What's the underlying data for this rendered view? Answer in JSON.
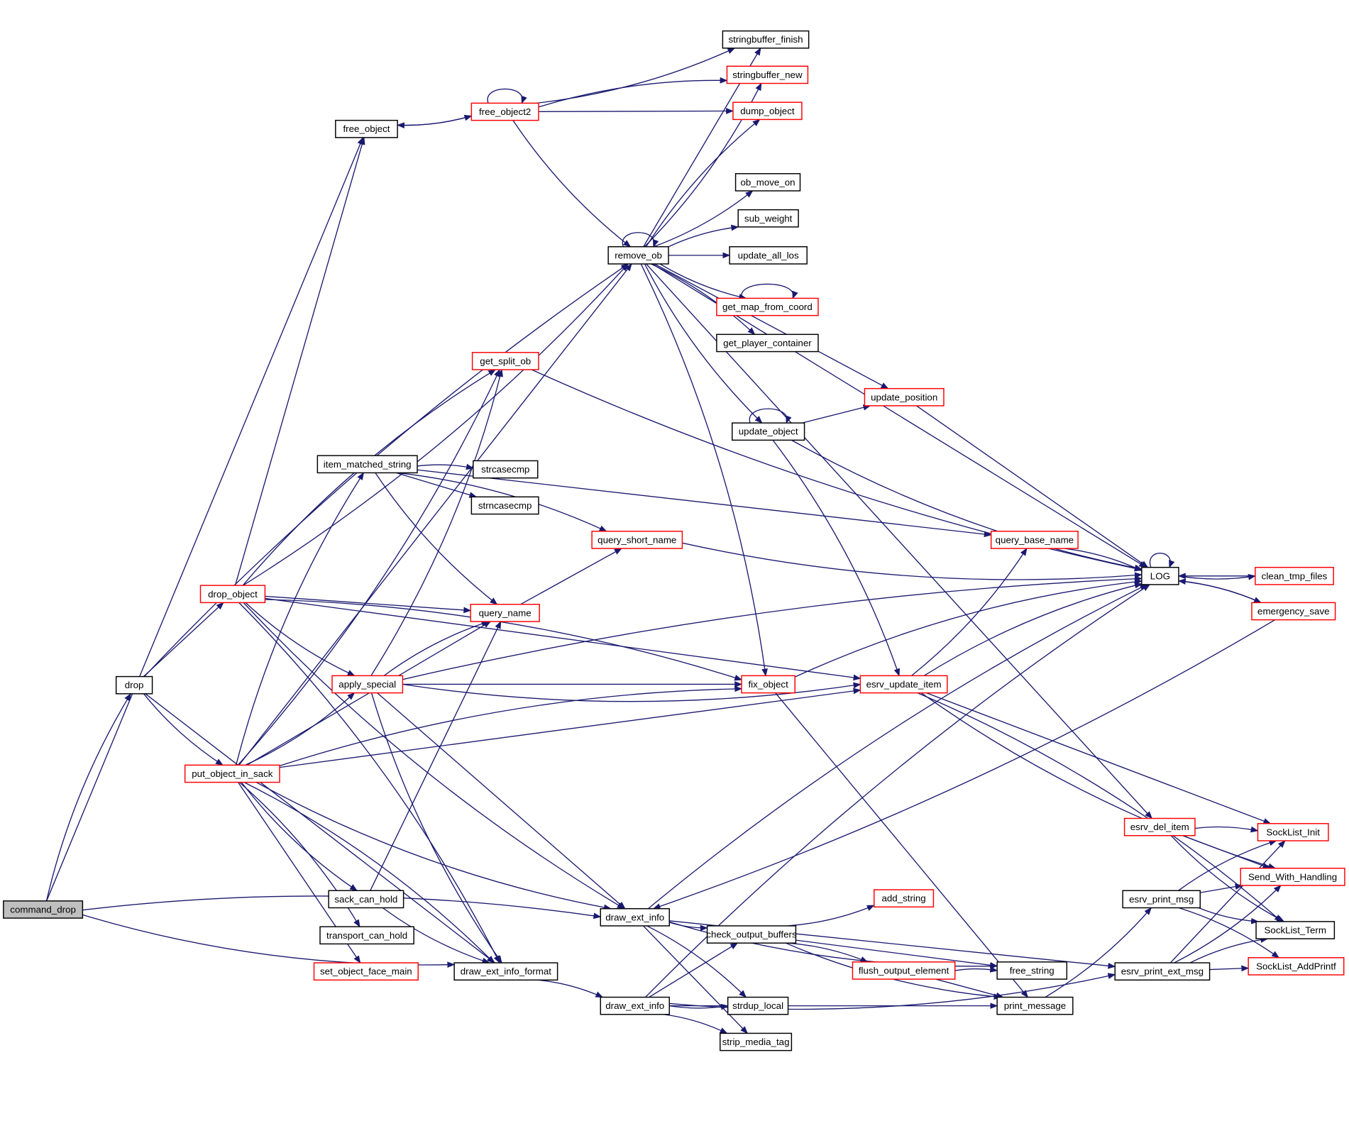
{
  "title": "command_drop call graph",
  "colors": {
    "edge": "#191970",
    "node_border": "#000000",
    "undocumented_border": "#ff0000",
    "root_fill": "#bfbfbf"
  },
  "nodes": [
    {
      "id": "command_drop",
      "label": "command_drop",
      "kind": "root"
    },
    {
      "id": "drop",
      "label": "drop",
      "kind": "normal"
    },
    {
      "id": "free_object",
      "label": "free_object",
      "kind": "normal"
    },
    {
      "id": "free_object2",
      "label": "free_object2",
      "kind": "red"
    },
    {
      "id": "stringbuffer_finish",
      "label": "stringbuffer_finish",
      "kind": "normal"
    },
    {
      "id": "stringbuffer_new",
      "label": "stringbuffer_new",
      "kind": "red"
    },
    {
      "id": "dump_object",
      "label": "dump_object",
      "kind": "red"
    },
    {
      "id": "ob_move_on",
      "label": "ob_move_on",
      "kind": "normal"
    },
    {
      "id": "sub_weight",
      "label": "sub_weight",
      "kind": "normal"
    },
    {
      "id": "remove_ob",
      "label": "remove_ob",
      "kind": "normal"
    },
    {
      "id": "update_all_los",
      "label": "update_all_los",
      "kind": "normal"
    },
    {
      "id": "get_map_from_coord",
      "label": "get_map_from_coord",
      "kind": "red"
    },
    {
      "id": "get_player_container",
      "label": "get_player_container",
      "kind": "normal"
    },
    {
      "id": "get_split_ob",
      "label": "get_split_ob",
      "kind": "red"
    },
    {
      "id": "update_position",
      "label": "update_position",
      "kind": "red"
    },
    {
      "id": "update_object",
      "label": "update_object",
      "kind": "normal"
    },
    {
      "id": "item_matched_string",
      "label": "item_matched_string",
      "kind": "normal"
    },
    {
      "id": "strcasecmp",
      "label": "strcasecmp",
      "kind": "normal"
    },
    {
      "id": "strncasecmp",
      "label": "strncasecmp",
      "kind": "normal"
    },
    {
      "id": "query_short_name",
      "label": "query_short_name",
      "kind": "red"
    },
    {
      "id": "query_base_name",
      "label": "query_base_name",
      "kind": "red"
    },
    {
      "id": "LOG",
      "label": "LOG",
      "kind": "normal"
    },
    {
      "id": "clean_tmp_files",
      "label": "clean_tmp_files",
      "kind": "red"
    },
    {
      "id": "emergency_save",
      "label": "emergency_save",
      "kind": "red"
    },
    {
      "id": "drop_object",
      "label": "drop_object",
      "kind": "red"
    },
    {
      "id": "query_name",
      "label": "query_name",
      "kind": "red"
    },
    {
      "id": "apply_special",
      "label": "apply_special",
      "kind": "red"
    },
    {
      "id": "fix_object",
      "label": "fix_object",
      "kind": "red"
    },
    {
      "id": "esrv_update_item",
      "label": "esrv_update_item",
      "kind": "red"
    },
    {
      "id": "put_object_in_sack",
      "label": "put_object_in_sack",
      "kind": "red"
    },
    {
      "id": "esrv_del_item",
      "label": "esrv_del_item",
      "kind": "red"
    },
    {
      "id": "SockList_Init",
      "label": "SockList_Init",
      "kind": "red"
    },
    {
      "id": "Send_With_Handling",
      "label": "Send_With_Handling",
      "kind": "red"
    },
    {
      "id": "esrv_print_msg",
      "label": "esrv_print_msg",
      "kind": "normal"
    },
    {
      "id": "SockList_Term",
      "label": "SockList_Term",
      "kind": "normal"
    },
    {
      "id": "SockList_AddPrintf",
      "label": "SockList_AddPrintf",
      "kind": "red"
    },
    {
      "id": "esrv_print_ext_msg",
      "label": "esrv_print_ext_msg",
      "kind": "normal"
    },
    {
      "id": "add_string",
      "label": "add_string",
      "kind": "red"
    },
    {
      "id": "sack_can_hold",
      "label": "sack_can_hold",
      "kind": "normal"
    },
    {
      "id": "draw_ext_info",
      "label": "draw_ext_info",
      "kind": "normal"
    },
    {
      "id": "check_output_buffers",
      "label": "check_output_buffers",
      "kind": "normal"
    },
    {
      "id": "transport_can_hold",
      "label": "transport_can_hold",
      "kind": "normal"
    },
    {
      "id": "flush_output_element",
      "label": "flush_output_element",
      "kind": "red"
    },
    {
      "id": "free_string",
      "label": "free_string",
      "kind": "normal"
    },
    {
      "id": "set_object_face_main",
      "label": "set_object_face_main",
      "kind": "red"
    },
    {
      "id": "draw_ext_info_format",
      "label": "draw_ext_info_format",
      "kind": "normal"
    },
    {
      "id": "draw_ext_info_2",
      "label": "draw_ext_info",
      "kind": "normal"
    },
    {
      "id": "strdup_local",
      "label": "strdup_local",
      "kind": "normal"
    },
    {
      "id": "print_message",
      "label": "print_message",
      "kind": "normal"
    },
    {
      "id": "strip_media_tag",
      "label": "strip_media_tag",
      "kind": "normal"
    }
  ],
  "edges": [
    [
      "command_drop",
      "drop"
    ],
    [
      "command_drop",
      "free_object"
    ],
    [
      "command_drop",
      "draw_ext_info_format"
    ],
    [
      "command_drop",
      "draw_ext_info"
    ],
    [
      "drop",
      "drop_object"
    ],
    [
      "drop",
      "put_object_in_sack"
    ],
    [
      "drop",
      "remove_ob"
    ],
    [
      "drop",
      "draw_ext_info_format"
    ],
    [
      "free_object",
      "free_object2"
    ],
    [
      "free_object2",
      "free_object"
    ],
    [
      "free_object2",
      "free_object2"
    ],
    [
      "free_object2",
      "stringbuffer_finish"
    ],
    [
      "free_object2",
      "stringbuffer_new"
    ],
    [
      "free_object2",
      "dump_object"
    ],
    [
      "free_object2",
      "remove_ob"
    ],
    [
      "remove_ob",
      "remove_ob"
    ],
    [
      "remove_ob",
      "stringbuffer_finish"
    ],
    [
      "remove_ob",
      "stringbuffer_new"
    ],
    [
      "remove_ob",
      "dump_object"
    ],
    [
      "remove_ob",
      "LOG"
    ],
    [
      "remove_ob",
      "ob_move_on"
    ],
    [
      "remove_ob",
      "sub_weight"
    ],
    [
      "remove_ob",
      "update_all_los"
    ],
    [
      "remove_ob",
      "get_map_from_coord"
    ],
    [
      "remove_ob",
      "get_player_container"
    ],
    [
      "remove_ob",
      "update_position"
    ],
    [
      "remove_ob",
      "update_object"
    ],
    [
      "remove_ob",
      "fix_object"
    ],
    [
      "remove_ob",
      "esrv_del_item"
    ],
    [
      "get_map_from_coord",
      "get_map_from_coord"
    ],
    [
      "update_object",
      "update_object"
    ],
    [
      "update_object",
      "update_position"
    ],
    [
      "update_object",
      "LOG"
    ],
    [
      "update_object",
      "esrv_update_item"
    ],
    [
      "update_position",
      "LOG"
    ],
    [
      "get_split_ob",
      "LOG"
    ],
    [
      "item_matched_string",
      "strcasecmp"
    ],
    [
      "item_matched_string",
      "strncasecmp"
    ],
    [
      "item_matched_string",
      "query_name"
    ],
    [
      "item_matched_string",
      "query_short_name"
    ],
    [
      "item_matched_string",
      "query_base_name"
    ],
    [
      "query_short_name",
      "LOG"
    ],
    [
      "query_base_name",
      "LOG"
    ],
    [
      "LOG",
      "LOG"
    ],
    [
      "LOG",
      "clean_tmp_files"
    ],
    [
      "LOG",
      "emergency_save"
    ],
    [
      "clean_tmp_files",
      "LOG"
    ],
    [
      "emergency_save",
      "LOG"
    ],
    [
      "emergency_save",
      "draw_ext_info"
    ],
    [
      "drop_object",
      "free_object"
    ],
    [
      "drop_object",
      "remove_ob"
    ],
    [
      "drop_object",
      "get_split_ob"
    ],
    [
      "drop_object",
      "query_name"
    ],
    [
      "drop_object",
      "apply_special"
    ],
    [
      "drop_object",
      "fix_object"
    ],
    [
      "drop_object",
      "esrv_update_item"
    ],
    [
      "drop_object",
      "draw_ext_info"
    ],
    [
      "drop_object",
      "draw_ext_info_format"
    ],
    [
      "query_name",
      "query_short_name"
    ],
    [
      "apply_special",
      "get_split_ob"
    ],
    [
      "apply_special",
      "query_name"
    ],
    [
      "apply_special",
      "fix_object"
    ],
    [
      "apply_special",
      "esrv_update_item"
    ],
    [
      "apply_special",
      "LOG"
    ],
    [
      "apply_special",
      "draw_ext_info"
    ],
    [
      "apply_special",
      "draw_ext_info_format"
    ],
    [
      "fix_object",
      "LOG"
    ],
    [
      "fix_object",
      "print_message"
    ],
    [
      "esrv_update_item",
      "query_base_name"
    ],
    [
      "esrv_update_item",
      "LOG"
    ],
    [
      "esrv_update_item",
      "SockList_Init"
    ],
    [
      "esrv_update_item",
      "Send_With_Handling"
    ],
    [
      "esrv_update_item",
      "SockList_Term"
    ],
    [
      "put_object_in_sack",
      "remove_ob"
    ],
    [
      "put_object_in_sack",
      "get_split_ob"
    ],
    [
      "put_object_in_sack",
      "item_matched_string"
    ],
    [
      "put_object_in_sack",
      "query_name"
    ],
    [
      "put_object_in_sack",
      "apply_special"
    ],
    [
      "put_object_in_sack",
      "fix_object"
    ],
    [
      "put_object_in_sack",
      "esrv_update_item"
    ],
    [
      "put_object_in_sack",
      "sack_can_hold"
    ],
    [
      "put_object_in_sack",
      "transport_can_hold"
    ],
    [
      "put_object_in_sack",
      "set_object_face_main"
    ],
    [
      "put_object_in_sack",
      "draw_ext_info"
    ],
    [
      "put_object_in_sack",
      "draw_ext_info_format"
    ],
    [
      "sack_can_hold",
      "query_name"
    ],
    [
      "sack_can_hold",
      "draw_ext_info_format"
    ],
    [
      "esrv_del_item",
      "SockList_Init"
    ],
    [
      "esrv_del_item",
      "Send_With_Handling"
    ],
    [
      "esrv_del_item",
      "SockList_Term"
    ],
    [
      "esrv_print_msg",
      "SockList_Init"
    ],
    [
      "esrv_print_msg",
      "Send_With_Handling"
    ],
    [
      "esrv_print_msg",
      "SockList_Term"
    ],
    [
      "esrv_print_msg",
      "SockList_AddPrintf"
    ],
    [
      "esrv_print_ext_msg",
      "SockList_Init"
    ],
    [
      "esrv_print_ext_msg",
      "Send_With_Handling"
    ],
    [
      "esrv_print_ext_msg",
      "SockList_Term"
    ],
    [
      "esrv_print_ext_msg",
      "SockList_AddPrintf"
    ],
    [
      "draw_ext_info",
      "check_output_buffers"
    ],
    [
      "draw_ext_info",
      "strdup_local"
    ],
    [
      "draw_ext_info",
      "strip_media_tag"
    ],
    [
      "draw_ext_info",
      "free_string"
    ],
    [
      "draw_ext_info",
      "LOG"
    ],
    [
      "draw_ext_info",
      "esrv_print_ext_msg"
    ],
    [
      "check_output_buffers",
      "add_string"
    ],
    [
      "check_output_buffers",
      "flush_output_element"
    ],
    [
      "check_output_buffers",
      "free_string"
    ],
    [
      "check_output_buffers",
      "print_message"
    ],
    [
      "flush_output_element",
      "free_string"
    ],
    [
      "flush_output_element",
      "print_message"
    ],
    [
      "print_message",
      "esrv_print_msg"
    ],
    [
      "draw_ext_info_format",
      "draw_ext_info_2"
    ],
    [
      "draw_ext_info_2",
      "check_output_buffers"
    ],
    [
      "draw_ext_info_2",
      "strdup_local"
    ],
    [
      "draw_ext_info_2",
      "strip_media_tag"
    ],
    [
      "draw_ext_info_2",
      "print_message"
    ],
    [
      "draw_ext_info_2",
      "esrv_print_ext_msg"
    ],
    [
      "draw_ext_info_2",
      "LOG"
    ]
  ]
}
